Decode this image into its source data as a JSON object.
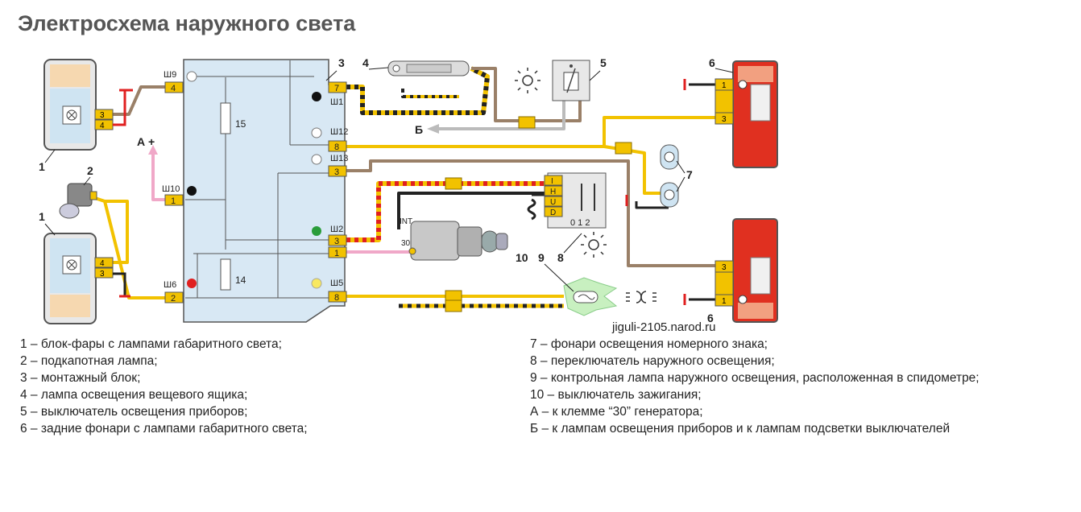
{
  "title": "Электросхема наружного света",
  "watermark": "jiguli-2105.narod.ru",
  "legend_left": [
    "1 – блок-фары с лампами габаритного света;",
    "2 – подкапотная лампа;",
    "3 – монтажный блок;",
    "4 – лампа освещения вещевого ящика;",
    "5 – выключатель освещения приборов;",
    "6 – задние фонари с лампами габаритного света;"
  ],
  "legend_right": [
    "7 – фонари освещения номерного знака;",
    "8 – переключатель наружного освещения;",
    "9 – контрольная лампа наружного освещения, расположенная в спидометре;",
    "10 – выключатель зажигания;",
    "А – к клемме “30” генератора;",
    "Б – к лампам освещения приборов и к лампам подсветки выключателей"
  ],
  "diagram": {
    "block_sockets_left": [
      "Ш9",
      "Ш10",
      "Ш6"
    ],
    "block_sockets_right": [
      "Ш1",
      "Ш12",
      "Ш13",
      "Ш2",
      "Ш5"
    ],
    "pins_left": [
      "4",
      "1",
      "2"
    ],
    "pins_right": [
      "7",
      "8",
      "3",
      "3",
      "1",
      "8"
    ],
    "fuses": [
      "15",
      "14"
    ],
    "headlight_pins": [
      "3",
      "4",
      "4",
      "3"
    ],
    "rear_lamp_pins_top": [
      "1",
      "3"
    ],
    "rear_lamp_pins_bottom": [
      "3",
      "1"
    ],
    "switch8_pins": [
      "I",
      "H",
      "U",
      "D"
    ],
    "switch8_positions": "0 1 2",
    "ignition_terminals": [
      "INT",
      "30"
    ],
    "labels": {
      "n1_top": "1",
      "n1_bottom": "1",
      "n2": "2",
      "n3": "3",
      "n4": "4",
      "n5": "5",
      "n6_top": "6",
      "n6_bottom": "6",
      "n7": "7",
      "n8": "8",
      "n9": "9",
      "n10": "10",
      "A": "А +",
      "B": "Б"
    }
  }
}
